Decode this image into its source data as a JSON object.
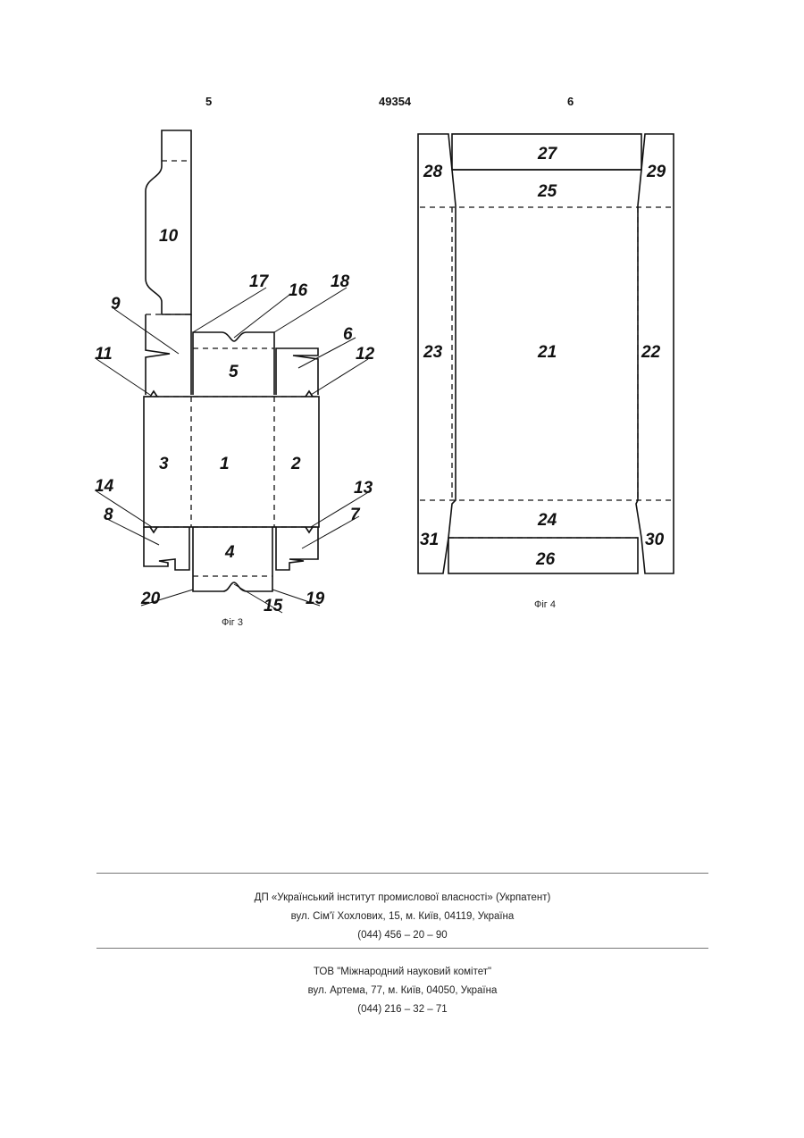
{
  "header": {
    "page_left": "5",
    "patent_number": "49354",
    "page_right": "6"
  },
  "fig3": {
    "caption": "Фіг 3",
    "labels": [
      "1",
      "2",
      "3",
      "4",
      "5",
      "6",
      "7",
      "8",
      "9",
      "10",
      "11",
      "12",
      "13",
      "14",
      "15",
      "16",
      "17",
      "18",
      "19",
      "20"
    ]
  },
  "fig4": {
    "caption": "Фіг 4",
    "labels": [
      "21",
      "22",
      "23",
      "24",
      "25",
      "26",
      "27",
      "28",
      "29",
      "30",
      "31"
    ]
  },
  "footer": {
    "block1": [
      "ДП «Український інститут промислової власності» (Укрпатент)",
      "вул. Сім'ї Хохлових, 15, м. Київ, 04119, Україна",
      "(044) 456 – 20 – 90"
    ],
    "block2": [
      "ТОВ \"Міжнародний науковий комітет\"",
      "вул. Артема, 77, м. Київ, 04050, Україна",
      "(044) 216 – 32 – 71"
    ]
  }
}
